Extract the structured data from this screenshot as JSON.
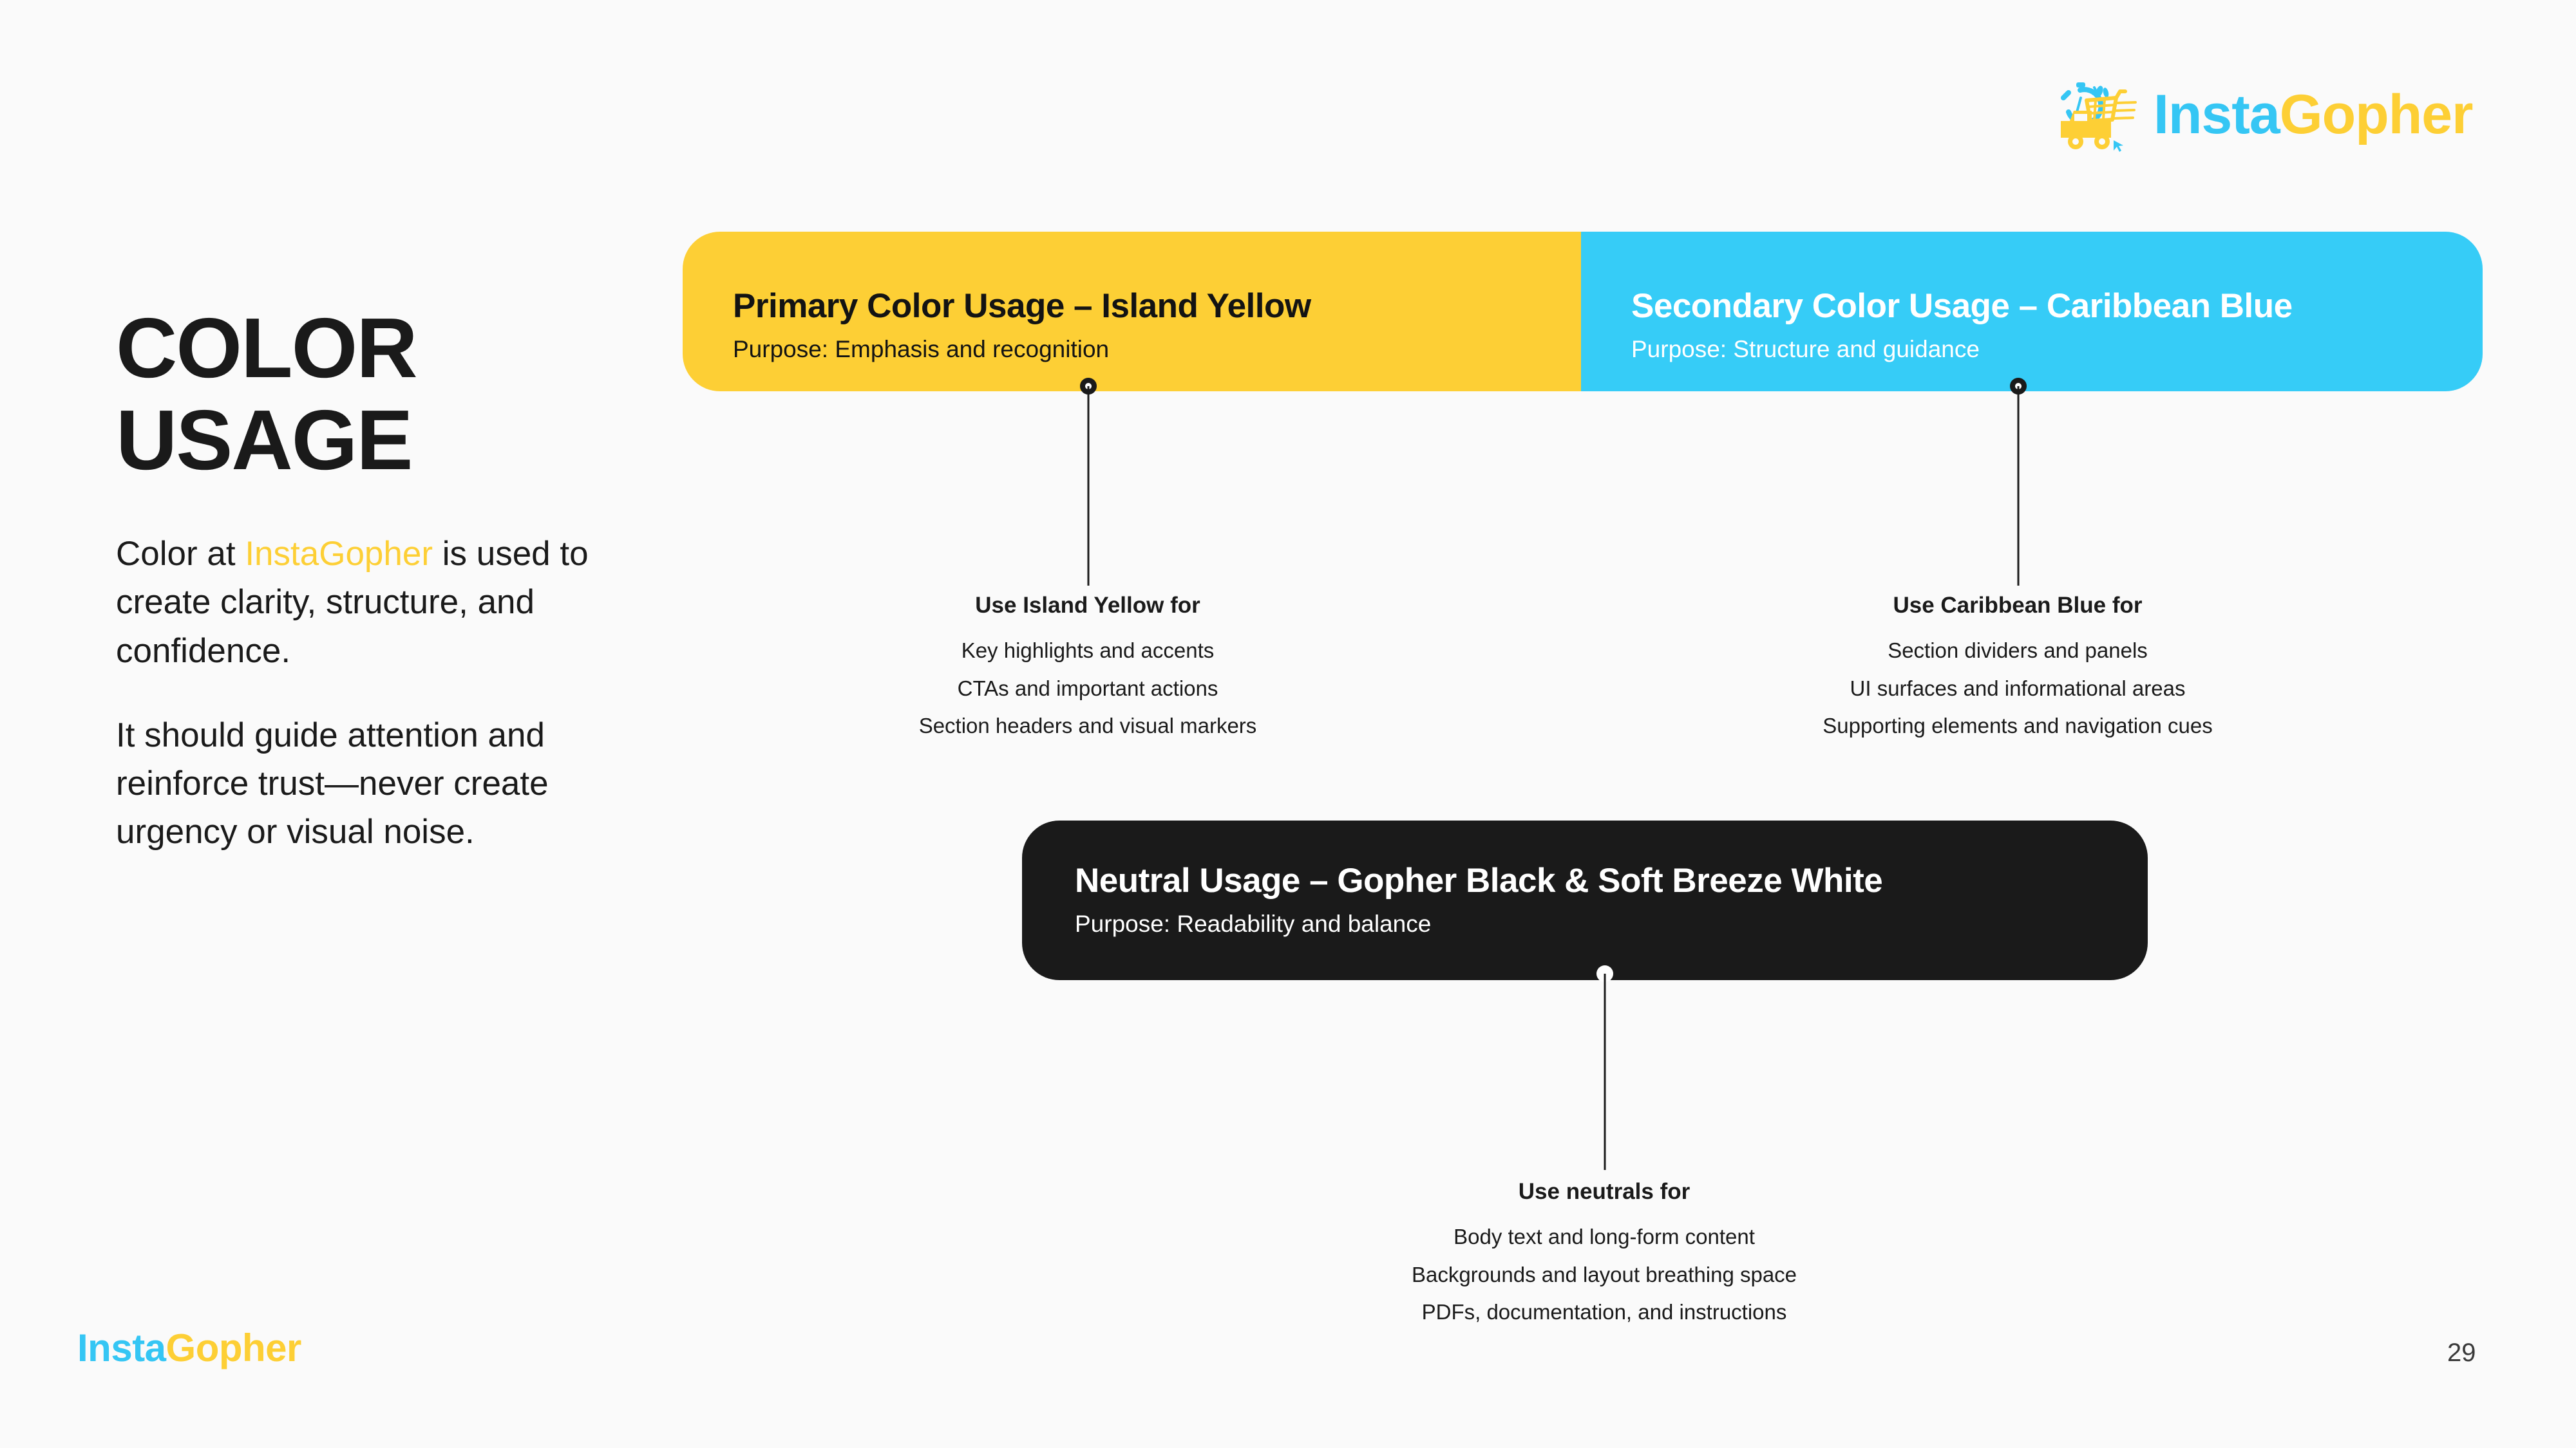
{
  "brand": {
    "name_part1": "Insta",
    "name_part2": "Gopher",
    "logo_icon": "delivery-cart-timer-logo",
    "colors": {
      "island_yellow": "#FDCF35",
      "caribbean_blue": "#36CCF7",
      "gopher_black": "#1A1A1A",
      "soft_breeze_white": "#FAFAFA"
    }
  },
  "left": {
    "title_line1": "COLOR",
    "title_line2": "USAGE",
    "paragraph1_pre": "Color at ",
    "paragraph1_brand": "InstaGopher",
    "paragraph1_post": " is used to create clarity, structure, and confidence.",
    "paragraph2": " It should guide attention and reinforce trust—never create urgency or visual noise."
  },
  "banners": {
    "primary": {
      "title": "Primary Color Usage – Island Yellow",
      "subtitle": "Purpose: Emphasis and recognition"
    },
    "secondary": {
      "title": "Secondary Color Usage – Caribbean Blue",
      "subtitle": "Purpose: Structure and guidance"
    },
    "neutral": {
      "title": "Neutral Usage – Gopher Black & Soft Breeze White",
      "subtitle": "Purpose: Readability and balance"
    }
  },
  "callouts": {
    "primary": {
      "heading": "Use Island Yellow for",
      "lines": [
        "Key highlights and accents",
        "CTAs and important actions",
        "Section headers and visual markers"
      ]
    },
    "secondary": {
      "heading": "Use Caribbean Blue for",
      "lines": [
        "Section dividers and panels",
        "UI surfaces and informational areas",
        "Supporting elements and navigation cues"
      ]
    },
    "neutral": {
      "heading": "Use neutrals for",
      "lines": [
        "Body text and long-form content",
        "Backgrounds and layout breathing space",
        "PDFs, documentation, and instructions"
      ]
    }
  },
  "footer": {
    "page_number": "29"
  }
}
